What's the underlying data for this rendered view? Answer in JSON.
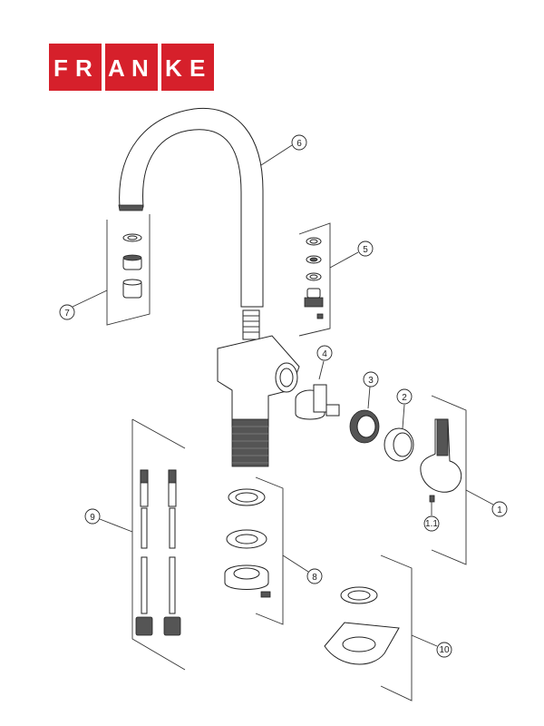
{
  "brand": {
    "letters": [
      "F",
      "R",
      "A",
      "N",
      "K",
      "E"
    ],
    "color": "#d6202b",
    "text_color": "#ffffff"
  },
  "callouts": {
    "c1": "1",
    "c1_1": "1.1",
    "c2": "2",
    "c3": "3",
    "c4": "4",
    "c5": "5",
    "c6": "6",
    "c7": "7",
    "c8": "8",
    "c9": "9",
    "c10": "10"
  },
  "colors": {
    "line": "#222222",
    "dark_fill": "#555555"
  }
}
